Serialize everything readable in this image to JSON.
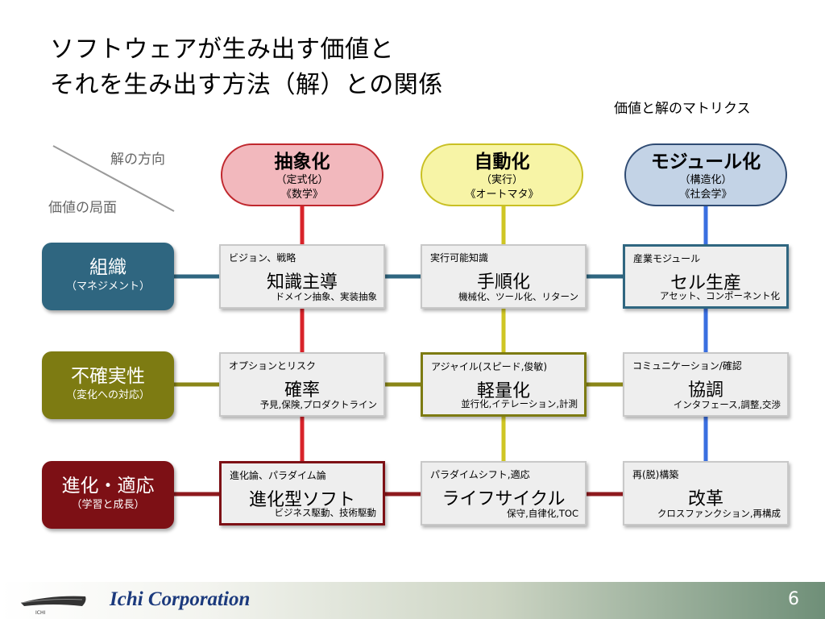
{
  "title": {
    "line1": "ソフトウェアが生み出す価値と",
    "line2": "それを生み出す方法（解）との関係"
  },
  "subtitle": "価値と解のマトリクス",
  "axis": {
    "direction_label": "解の方向",
    "value_label": "価値の局面"
  },
  "columns": [
    {
      "title": "抽象化",
      "sub1": "（定式化）",
      "sub2": "《数学》",
      "color": "#f2b8bd",
      "border": "#c0282e",
      "line_color": "#d8232a"
    },
    {
      "title": "自動化",
      "sub1": "（実行）",
      "sub2": "《オートマタ》",
      "color": "#f7f4a6",
      "border": "#c9c024",
      "line_color": "#cfc624"
    },
    {
      "title": "モジュール化",
      "sub1": "（構造化）",
      "sub2": "《社会学》",
      "color": "#c3d3e6",
      "border": "#2f4b73",
      "line_color": "#3a6fe0"
    }
  ],
  "rows": [
    {
      "title": "組織",
      "sub": "（マネジメント）",
      "color": "#2f6680",
      "line_color": "#2f6680"
    },
    {
      "title": "不確実性",
      "sub": "（変化への対応）",
      "color": "#7d7b12",
      "line_color": "#8a8618"
    },
    {
      "title": "進化・適応",
      "sub": "（学習と成長）",
      "color": "#7d1015",
      "line_color": "#8e1a1e"
    }
  ],
  "cells": [
    [
      {
        "top": "ビジョン、戦略",
        "main": "知識主導",
        "bottom": "ドメイン抽象、実装抽象"
      },
      {
        "top": "実行可能知識",
        "main": "手順化",
        "bottom": "機械化、ツール化、リターン"
      },
      {
        "top": "産業モジュール",
        "main": "セル生産",
        "bottom": "アセット、コンポーネント化"
      }
    ],
    [
      {
        "top": "オプションとリスク",
        "main": "確率",
        "bottom": "予見,保険,プロダクトライン"
      },
      {
        "top": "アジャイル(スピード,俊敏)",
        "main": "軽量化",
        "bottom": "並行化,イテレーション,計測"
      },
      {
        "top": "コミュニケーション/確認",
        "main": "協調",
        "bottom": "インタフェース,調整,交渉"
      }
    ],
    [
      {
        "top": "進化論、パラダイム論",
        "main": "進化型ソフト",
        "bottom": "ビジネス駆動、技術駆動"
      },
      {
        "top": "パラダイムシフト,適応",
        "main": "ライフサイクル",
        "bottom": "保守,自律化,TOC"
      },
      {
        "top": "再(脱)構築",
        "main": "改革",
        "bottom": "クロスファンクション,再構成"
      }
    ]
  ],
  "highlighted_cells": [
    [
      0,
      2
    ],
    [
      1,
      1
    ],
    [
      2,
      0
    ]
  ],
  "footer": {
    "company": "Ichi Corporation",
    "page_number": "6",
    "logo_text": "ICHI"
  }
}
